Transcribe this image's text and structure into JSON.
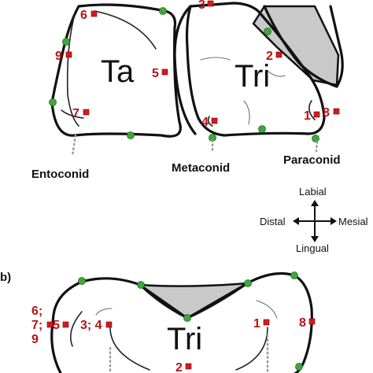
{
  "panel_b_label": "b)",
  "panel_a": {
    "region_labels": {
      "talonid": "Ta",
      "trigonid": "Tri"
    },
    "cusp_labels": {
      "entoconid": "Entoconid",
      "metaconid": "Metaconid",
      "paraconid": "Paraconid"
    },
    "landmarks": [
      "1",
      "2",
      "3",
      "4",
      "5",
      "6",
      "7",
      "8",
      "9"
    ]
  },
  "orientation": {
    "up": "Labial",
    "left": "Distal",
    "right": "Mesial",
    "down": "Lingual"
  },
  "panel_b": {
    "region_label": "Tri",
    "landmark_labels": [
      "6;",
      "7;",
      "9",
      "5",
      "3; 4",
      "1",
      "8",
      "2"
    ]
  },
  "colors": {
    "landmark_point": "#3fa63f",
    "landmark_square": "#d21c1c",
    "shading": "#c9c9c9"
  }
}
